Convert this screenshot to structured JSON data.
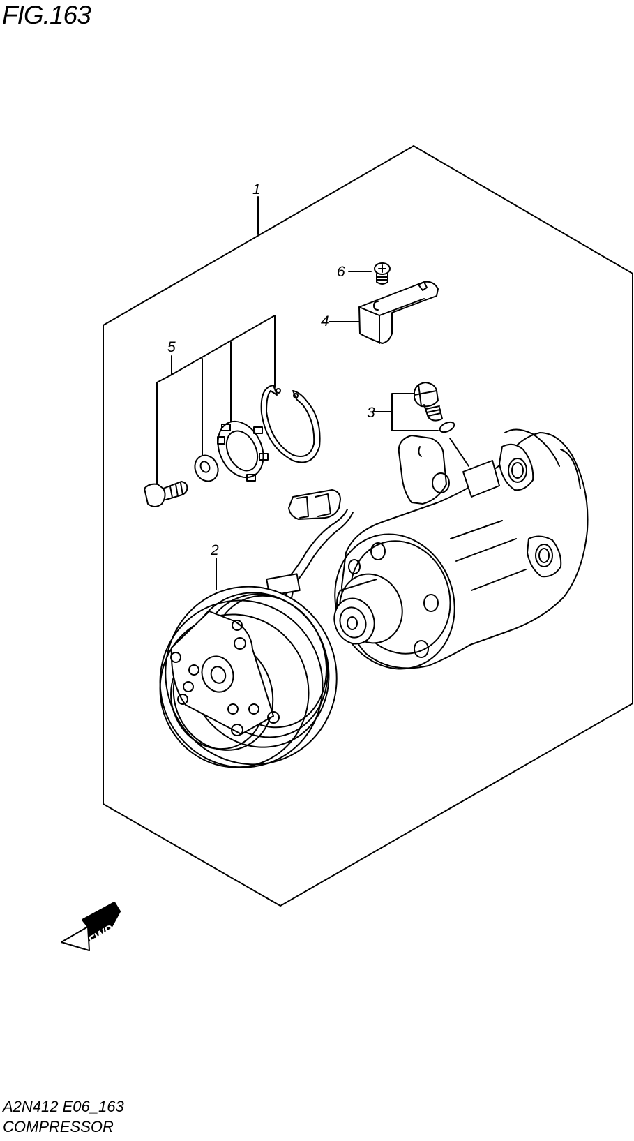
{
  "figure": {
    "title": "FIG.163"
  },
  "callouts": {
    "c1": "1",
    "c2": "2",
    "c3": "3",
    "c4": "4",
    "c5": "5",
    "c6": "6"
  },
  "direction_badge": {
    "label": "FWD"
  },
  "footer": {
    "code": "A2N412 E06_163",
    "name": "COMPRESSOR"
  }
}
